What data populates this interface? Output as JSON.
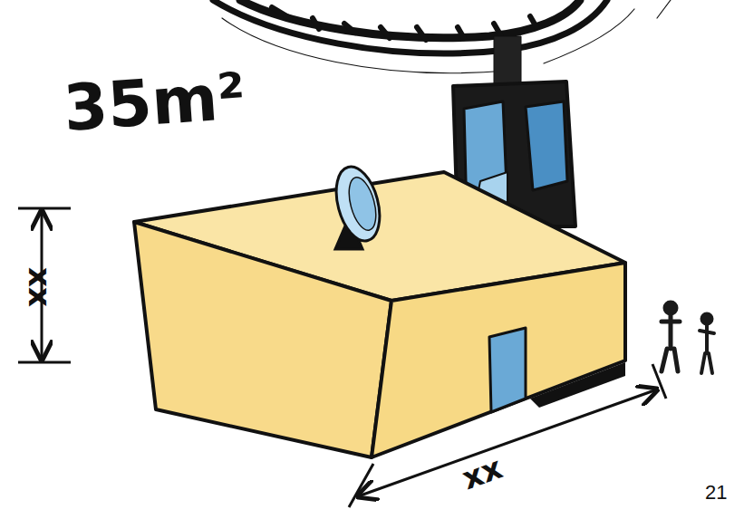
{
  "diagram": {
    "labels": [
      "35m²",
      "xx",
      "xx",
      "21"
    ]
  }
}
